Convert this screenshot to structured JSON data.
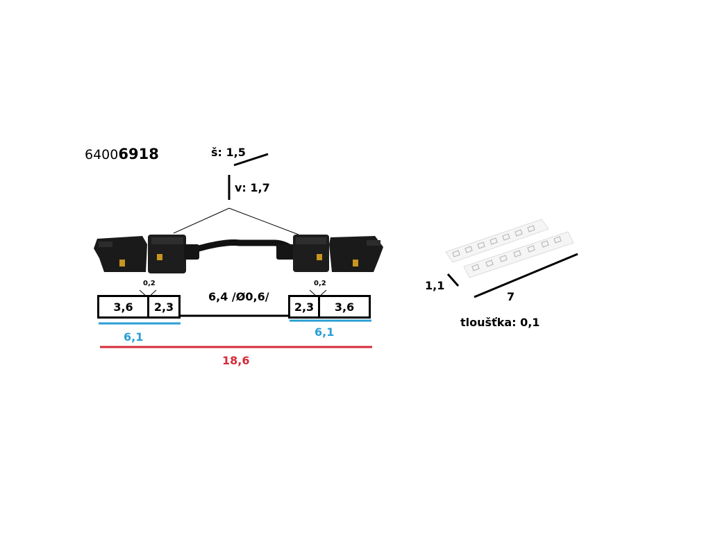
{
  "part_number": {
    "prefix": "6400",
    "main": "6918"
  },
  "top_dims": {
    "width": "š: 1,5",
    "height": "v: 1,7"
  },
  "left_connector": {
    "a": "3,6",
    "b": "2,3",
    "gap": "0,2",
    "total": "6,1"
  },
  "right_connector": {
    "a": "2,3",
    "b": "3,6",
    "gap": "0,2",
    "total": "6,1"
  },
  "cable_label": "6,4 /Ø0,6/",
  "overall_length": "18,6",
  "labels_sheet": {
    "height": "1,1",
    "length": "7",
    "thickness": "tloušťka: 0,1"
  },
  "colors": {
    "blue": "#2a9fd6",
    "red": "#d52b3a",
    "connector": "#1a1a1a",
    "pin": "#c9951d"
  }
}
